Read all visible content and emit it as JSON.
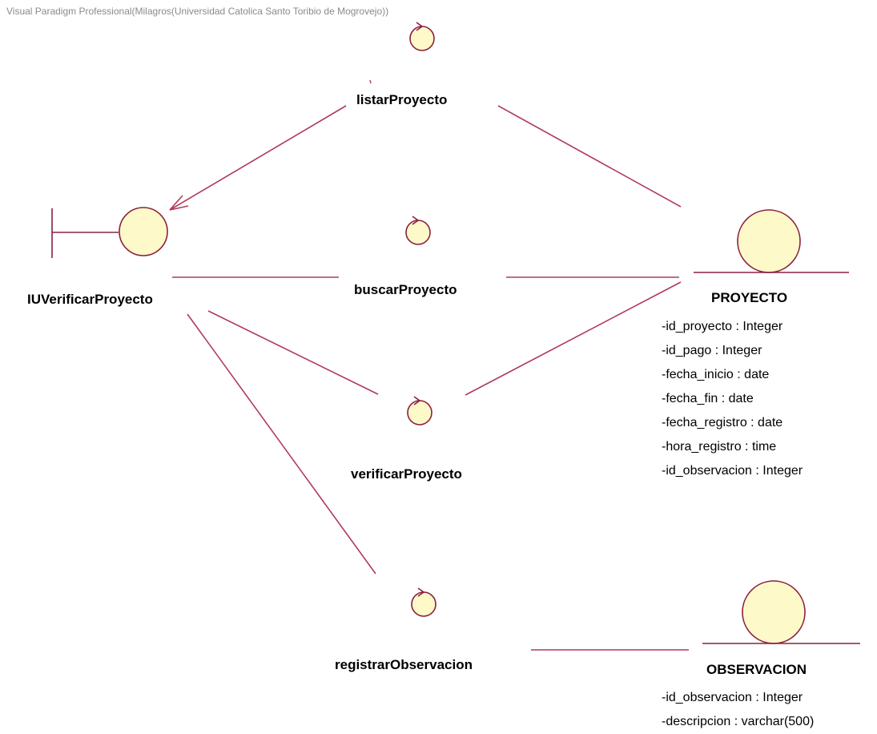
{
  "watermark": "Visual Paradigm Professional(Milagros(Universidad Catolica Santo Toribio de Mogrovejo))",
  "colors": {
    "line": "#b03a5b",
    "fill": "#fdf9c8",
    "stroke": "#8b2040"
  },
  "boundary": {
    "name": "IUVerificarProyecto",
    "shape": "boundary"
  },
  "controls": [
    {
      "id": "listarProyecto",
      "name": "listarProyecto",
      "shape": "control"
    },
    {
      "id": "buscarProyecto",
      "name": "buscarProyecto",
      "shape": "control"
    },
    {
      "id": "verificarProyecto",
      "name": "verificarProyecto",
      "shape": "control"
    },
    {
      "id": "registrarObservacion",
      "name": "registrarObservacion",
      "shape": "control"
    }
  ],
  "entities": [
    {
      "id": "proyecto",
      "name": "PROYECTO",
      "shape": "entity",
      "attributes": [
        "-id_proyecto : Integer",
        "-id_pago : Integer",
        "-fecha_inicio : date",
        "-fecha_fin : date",
        "-fecha_registro : date",
        "-hora_registro : time",
        "-id_observacion : Integer"
      ]
    },
    {
      "id": "observacion",
      "name": "OBSERVACION",
      "shape": "entity",
      "attributes": [
        "-id_observacion : Integer",
        "-descripcion : varchar(500)"
      ]
    }
  ],
  "links": [
    {
      "from": "listarProyecto",
      "to": "IUVerificarProyecto",
      "arrow": true
    },
    {
      "from": "listarProyecto",
      "to": "proyecto",
      "arrow": false
    },
    {
      "from": "IUVerificarProyecto",
      "to": "buscarProyecto",
      "arrow": false
    },
    {
      "from": "buscarProyecto",
      "to": "proyecto",
      "arrow": false
    },
    {
      "from": "IUVerificarProyecto",
      "to": "verificarProyecto",
      "arrow": false
    },
    {
      "from": "verificarProyecto",
      "to": "proyecto",
      "arrow": false
    },
    {
      "from": "IUVerificarProyecto",
      "to": "registrarObservacion",
      "arrow": false
    },
    {
      "from": "registrarObservacion",
      "to": "observacion",
      "arrow": false
    }
  ]
}
